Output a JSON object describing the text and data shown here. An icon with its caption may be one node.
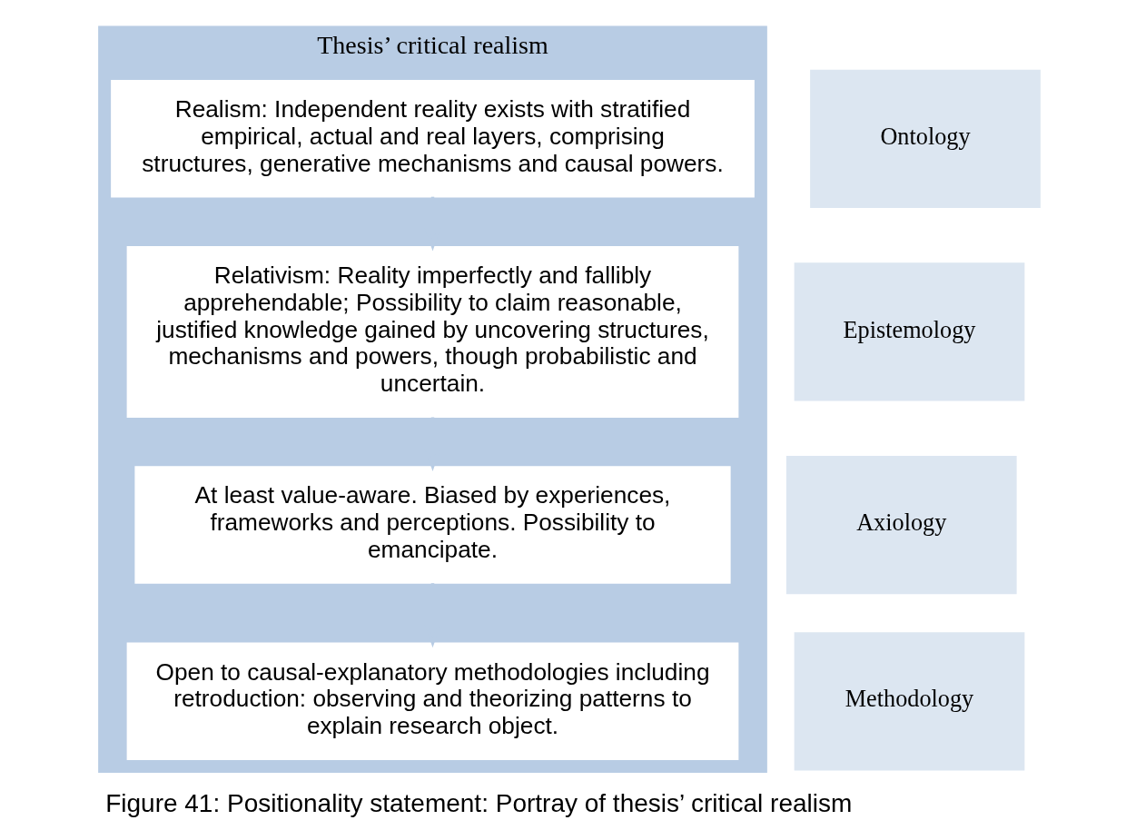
{
  "diagram": {
    "caption": "Figure 41: Positionality statement: Portray of thesis’ critical realism",
    "nodes": [
      {
        "text": [
          "Thesis’ critical realism"
        ]
      },
      {
        "text": [
          "Ontology"
        ]
      },
      {
        "text": [
          "Realism: Independent reality exists with stratified empirical, actual and real layers, comprising structures, generative mechanisms and causal powers."
        ],
        "in": 0
      },
      {
        "text": [
          "Epistemology"
        ]
      },
      {
        "text": [
          "Relativism: Reality imperfectly and fallibly apprehendable; Possibility to claim reasonable, justified knowledge gained by uncovering structures, mechanisms and powers, though probabilistic and uncertain."
        ],
        "in": 0
      },
      {
        "text": [
          "Axiology"
        ]
      },
      {
        "text": [
          "At least value-aware. Biased by experiences, frameworks and perceptions. Possibility to emancipate."
        ],
        "in": 0
      },
      {
        "text": [
          "Methodology"
        ]
      },
      {
        "text": [
          "Open to causal-explanatory methodologies including retroduction: observing and theorizing patterns to explain research object."
        ],
        "in": 0
      }
    ],
    "edges": [
      {
        "from": 2,
        "to": 4,
        "arrow": "to"
      },
      {
        "from": 4,
        "to": 6,
        "arrow": "to"
      },
      {
        "from": 6,
        "to": 8,
        "arrow": "to"
      }
    ]
  }
}
